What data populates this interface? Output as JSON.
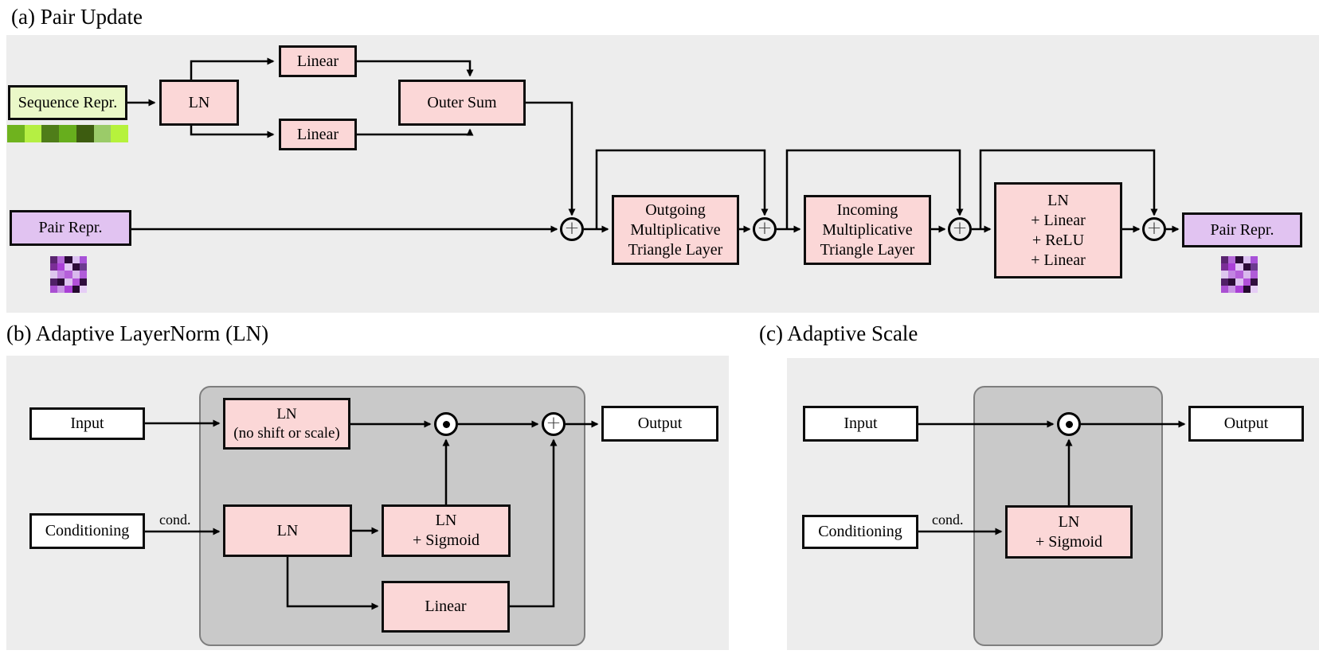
{
  "colors": {
    "panel_bg": "#EDEDED",
    "inner_bg": "#C9C9C9",
    "inner_border": "#7E7E7E",
    "pink_box": "#FBD7D7",
    "green_box": "#EAF8C8",
    "purple_box": "#E1C3F1",
    "white_box": "#FFFFFF",
    "line": "#000000"
  },
  "operators": {
    "add": "+"
  },
  "panel_a": {
    "title": "(a) Pair Update",
    "boxes": {
      "sequence_repr": "Sequence Repr.",
      "ln": "LN",
      "linear_top": "Linear",
      "linear_bottom": "Linear",
      "outer_sum": "Outer Sum",
      "pair_repr_in": "Pair Repr.",
      "outgoing": [
        "Outgoing",
        "Multiplicative",
        "Triangle Layer"
      ],
      "incoming": [
        "Incoming",
        "Multiplicative",
        "Triangle Layer"
      ],
      "transition": [
        "LN",
        "+ Linear",
        "+ ReLU",
        "+ Linear"
      ],
      "pair_repr_out": "Pair Repr."
    },
    "sequence_strip_colors": [
      "#6FB31E",
      "#B5EF43",
      "#4F7D19",
      "#67AE1D",
      "#3D5C10",
      "#9BCB69",
      "#B6F23C"
    ],
    "pair_heatmap_colors": [
      [
        "#5A2570",
        "#B468D8",
        "#2A0B36",
        "#DCC2F2",
        "#A852D8"
      ],
      [
        "#7A2E96",
        "#AB40D8",
        "#E2C6F4",
        "#2E0C3A",
        "#6C3A90"
      ],
      [
        "#DDC6EE",
        "#C284E2",
        "#B660DA",
        "#D8B8EC",
        "#B05CD8"
      ],
      [
        "#502066",
        "#2A0B36",
        "#DDC2F0",
        "#B250D8",
        "#300E3E"
      ],
      [
        "#AA50D2",
        "#C895E4",
        "#AA40D6",
        "#260A30",
        "#E6CEF6"
      ]
    ]
  },
  "panel_b": {
    "title": "(b) Adaptive LayerNorm (LN)",
    "boxes": {
      "input": "Input",
      "ln_no_shift": [
        "LN",
        "(no shift or scale)"
      ],
      "output": "Output",
      "conditioning": "Conditioning",
      "ln": "LN",
      "ln_sigmoid": [
        "LN",
        "+ Sigmoid"
      ],
      "linear": "Linear"
    },
    "cond_label": "cond."
  },
  "panel_c": {
    "title": "(c) Adaptive Scale",
    "boxes": {
      "input": "Input",
      "output": "Output",
      "conditioning": "Conditioning",
      "ln_sigmoid": [
        "LN",
        "+ Sigmoid"
      ]
    },
    "cond_label": "cond."
  }
}
